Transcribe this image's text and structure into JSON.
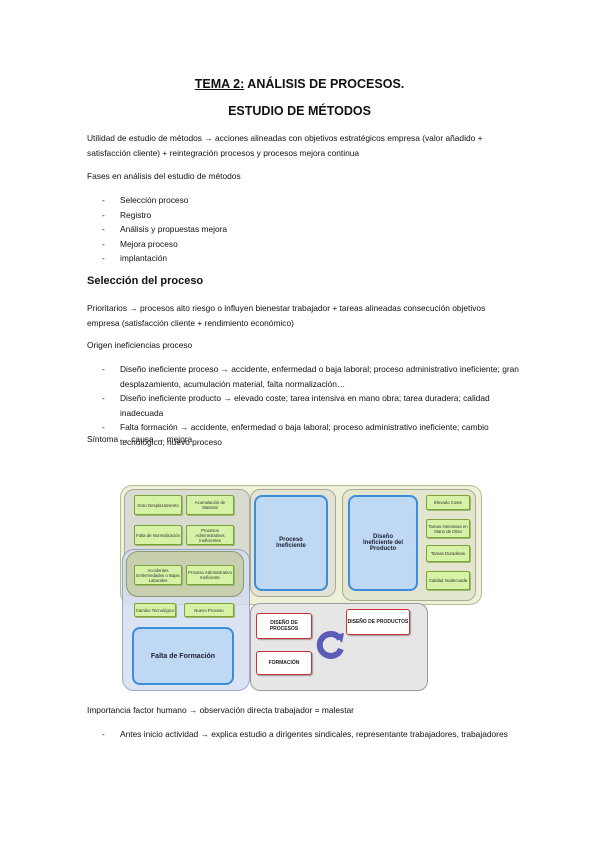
{
  "header": {
    "title_prefix": "TEMA 2:",
    "title_rest": " ANÁLISIS DE PROCESOS.",
    "subtitle": "ESTUDIO DE MÉTODOS"
  },
  "intro": {
    "utilidad": "Utilidad de estudio de métodos → acciones alineadas con objetivos estratégicos empresa (valor añadido + satisfacción cliente) + reintegración procesos y procesos mejora continua",
    "fases_label": "Fases en análisis del estudio de métodos",
    "fases": [
      "Selección proceso",
      "Registro",
      "Análisis y propuestas mejora",
      "Mejora proceso",
      "implantación"
    ]
  },
  "seleccion": {
    "heading": "Selección del proceso",
    "prioritarios": "Prioritarios → procesos alto riesgo o influyen bienestar trabajador + tareas alineadas consecución objetivos empresa (satisfacción cliente + rendimiento económico)",
    "origen_label": "Origen ineficiencias proceso",
    "origen_items": [
      "Diseño ineficiente proceso → accidente, enfermedad o baja laboral; proceso administrativo ineficiente; gran desplazamiento, acumulación material, falta normalización…",
      "Diseño ineficiente producto → elevado coste; tarea intensiva en mano obra; tarea duradera; calidad inadecuada",
      "Falta formación → accidente, enfermedad o baja laboral; proceso administrativo ineficiente; cambio tecnológico; nuevo proceso"
    ],
    "sintoma": "Síntoma → causa → mejora"
  },
  "diagram": {
    "green_left": [
      "Gran Desplazamiento",
      "Acumulación de Material",
      "Falta de Normalización",
      "Procesos Administrativos Ineficientes",
      "Accidentes Enfermedades o Bajas Laborales",
      "Proceso Administrativo Ineficiente",
      "Cambio Tecnológico",
      "Nuevo Proceso"
    ],
    "green_right": [
      "Elevado Coste",
      "Tareas Intensivas en Mano de Obra",
      "Tareas Duraderas",
      "Calidad Inadecuada"
    ],
    "proceso": "Proceso Ineficiente",
    "producto": "Diseño Ineficiente del Producto",
    "formacion": "Falta de Formación",
    "red": [
      "DISEÑO DE PROCESOS",
      "DISEÑO DE PRODUCTOS",
      "FORMACIÓN"
    ]
  },
  "humano": {
    "text": "Importancia factor humano → observación directa trabajador = malestar",
    "items": [
      "Antes inicio actividad → explica estudio a dirigentes sindicales, representante trabajadores, trabajadores"
    ]
  },
  "colors": {
    "green": "#d6f2a6",
    "blue": "#bfd9f5",
    "red": "#cc3333",
    "olive": "#eef0d8"
  }
}
